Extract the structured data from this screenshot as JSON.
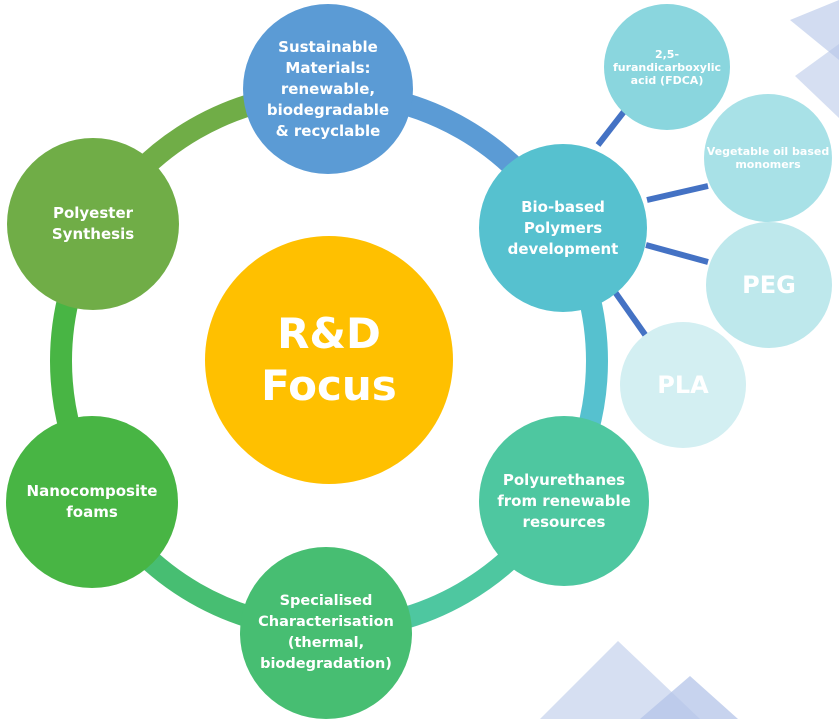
{
  "center": {
    "label": "R&D\nFocus",
    "color": "#FFC000"
  },
  "ring_nodes": [
    {
      "id": "sustainable",
      "label": "Sustainable\nMaterials:\nrenewable,\nbiodegradable\n& recyclable",
      "color": "#5B9BD5"
    },
    {
      "id": "biobased",
      "label": "Bio-based\nPolymers\ndevelopment",
      "color": "#56C1CF"
    },
    {
      "id": "polyurethanes",
      "label": "Polyurethanes\nfrom renewable\nresources",
      "color": "#4EC7A0"
    },
    {
      "id": "characterisation",
      "label": "Specialised\nCharacterisation\n(thermal,\nbiodegradation)",
      "color": "#47BE72"
    },
    {
      "id": "nanocomposite",
      "label": "Nanocomposite\nfoams",
      "color": "#48B544"
    },
    {
      "id": "polyester",
      "label": "Polyester\nSynthesis",
      "color": "#70AD47"
    }
  ],
  "satellites": [
    {
      "id": "fdca",
      "label": "2,5-\nfurandicarboxylic\nacid (FDCA)",
      "color": "#8AD6DE"
    },
    {
      "id": "vegoil",
      "label": "Vegetable oil based\nmonomers",
      "color": "#A8E1E7"
    },
    {
      "id": "peg",
      "label": "PEG",
      "color": "#BEE8EC"
    },
    {
      "id": "pla",
      "label": "PLA",
      "color": "#D3EFF2"
    }
  ],
  "colors": {
    "connector": "#4472C4",
    "decor": "#B4C4E8"
  }
}
